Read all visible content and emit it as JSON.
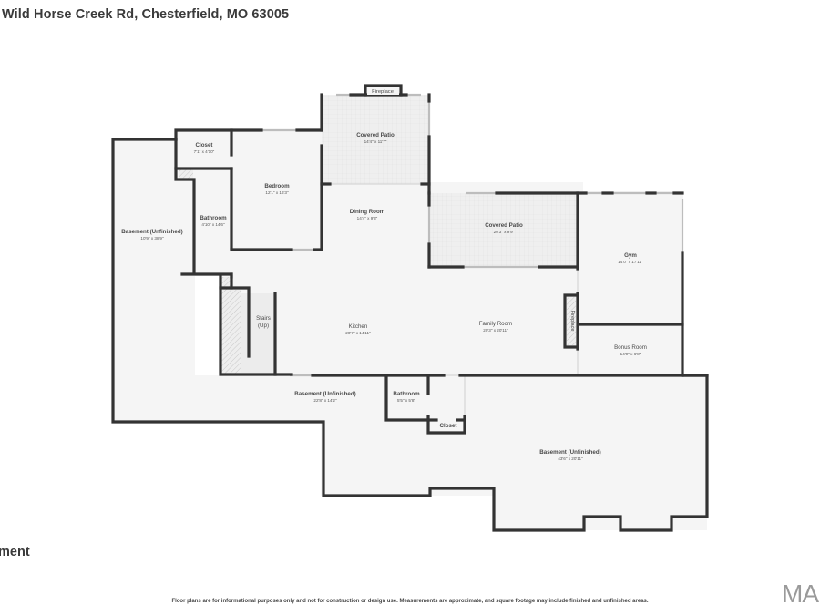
{
  "header": {
    "address": "Wild Horse Creek Rd, Chesterfield, MO 63005"
  },
  "level_label": "ment",
  "footer": {
    "disclaimer": "Floor plans are for informational purposes only and not for construction or design use. Measurements are approximate, and square footage may include finished and unfinished areas.",
    "brand": "MA"
  },
  "colors": {
    "wall": "#333333",
    "floor": "#f5f5f5",
    "patio": "#eeeeee",
    "text": "#4a4a4a",
    "background": "#ffffff"
  },
  "rooms": [
    {
      "id": "basement-left",
      "name": "Basement (Unfinished)",
      "dims": "10'9\" x 38'9\""
    },
    {
      "id": "closet-top",
      "name": "Closet",
      "dims": "7'1\" x 4'10\""
    },
    {
      "id": "bathroom-left",
      "name": "Bathroom",
      "dims": "4'10\" x 14'6\""
    },
    {
      "id": "bedroom",
      "name": "Bedroom",
      "dims": "12'1\" x 16'3\""
    },
    {
      "id": "covered-patio-top",
      "name": "Covered Patio",
      "dims": "14'4\" x 11'7\""
    },
    {
      "id": "dining-room",
      "name": "Dining Room",
      "dims": "14'4\" x 9'3\""
    },
    {
      "id": "covered-patio-right",
      "name": "Covered Patio",
      "dims": "20'3\" x 9'9\""
    },
    {
      "id": "gym",
      "name": "Gym",
      "dims": "14'0\" x 17'11\""
    },
    {
      "id": "stairs",
      "name": "Stairs",
      "name2": "(Up)"
    },
    {
      "id": "kitchen",
      "name": "Kitchen",
      "dims": "20'7\" x 14'11\""
    },
    {
      "id": "family-room",
      "name": "Family Room",
      "dims": "20'3\" x 20'11\""
    },
    {
      "id": "bonus-room",
      "name": "Bonus Room",
      "dims": "14'0\" x 6'8\""
    },
    {
      "id": "basement-mid",
      "name": "Basement (Unfinished)",
      "dims": "22'8\" x 14'2\""
    },
    {
      "id": "bathroom-bottom",
      "name": "Bathroom",
      "dims": "5'5\" x 5'8\""
    },
    {
      "id": "closet-bottom",
      "name": "Closet"
    },
    {
      "id": "basement-right",
      "name": "Basement (Unfinished)",
      "dims": "43'6\" x 20'11\""
    }
  ],
  "fixtures": {
    "fireplace_top": "Fireplace",
    "fireplace_right": "Fireplace"
  }
}
